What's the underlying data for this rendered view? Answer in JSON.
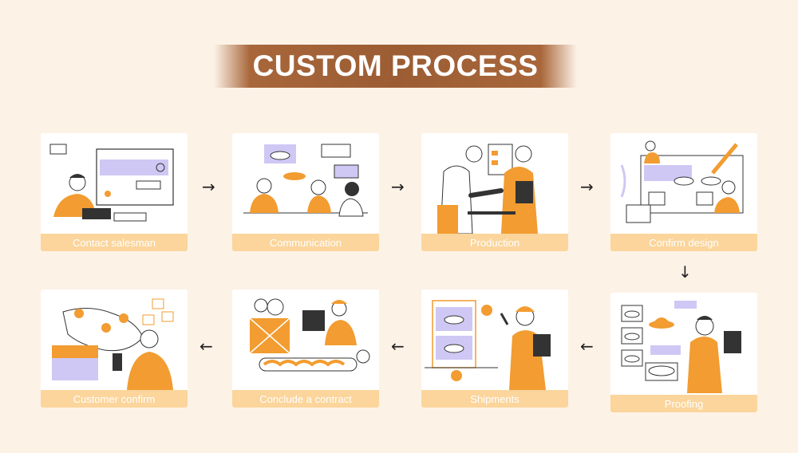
{
  "title": "CUSTOM PROCESS",
  "steps": [
    {
      "label": "Contact salesman"
    },
    {
      "label": "Communication"
    },
    {
      "label": "Production"
    },
    {
      "label": "Confirm design"
    },
    {
      "label": "Proofing"
    },
    {
      "label": "Shipments"
    },
    {
      "label": "Conclude a contract"
    },
    {
      "label": "Customer confirm"
    }
  ],
  "arrows": {
    "right": "→",
    "down": "↓",
    "left": "←"
  },
  "colors": {
    "background": "#fdf2e6",
    "title_band": "#a8663a",
    "label_bar": "#fbd59b",
    "accent": "#f29c31",
    "lavender": "#cfc8f5"
  }
}
